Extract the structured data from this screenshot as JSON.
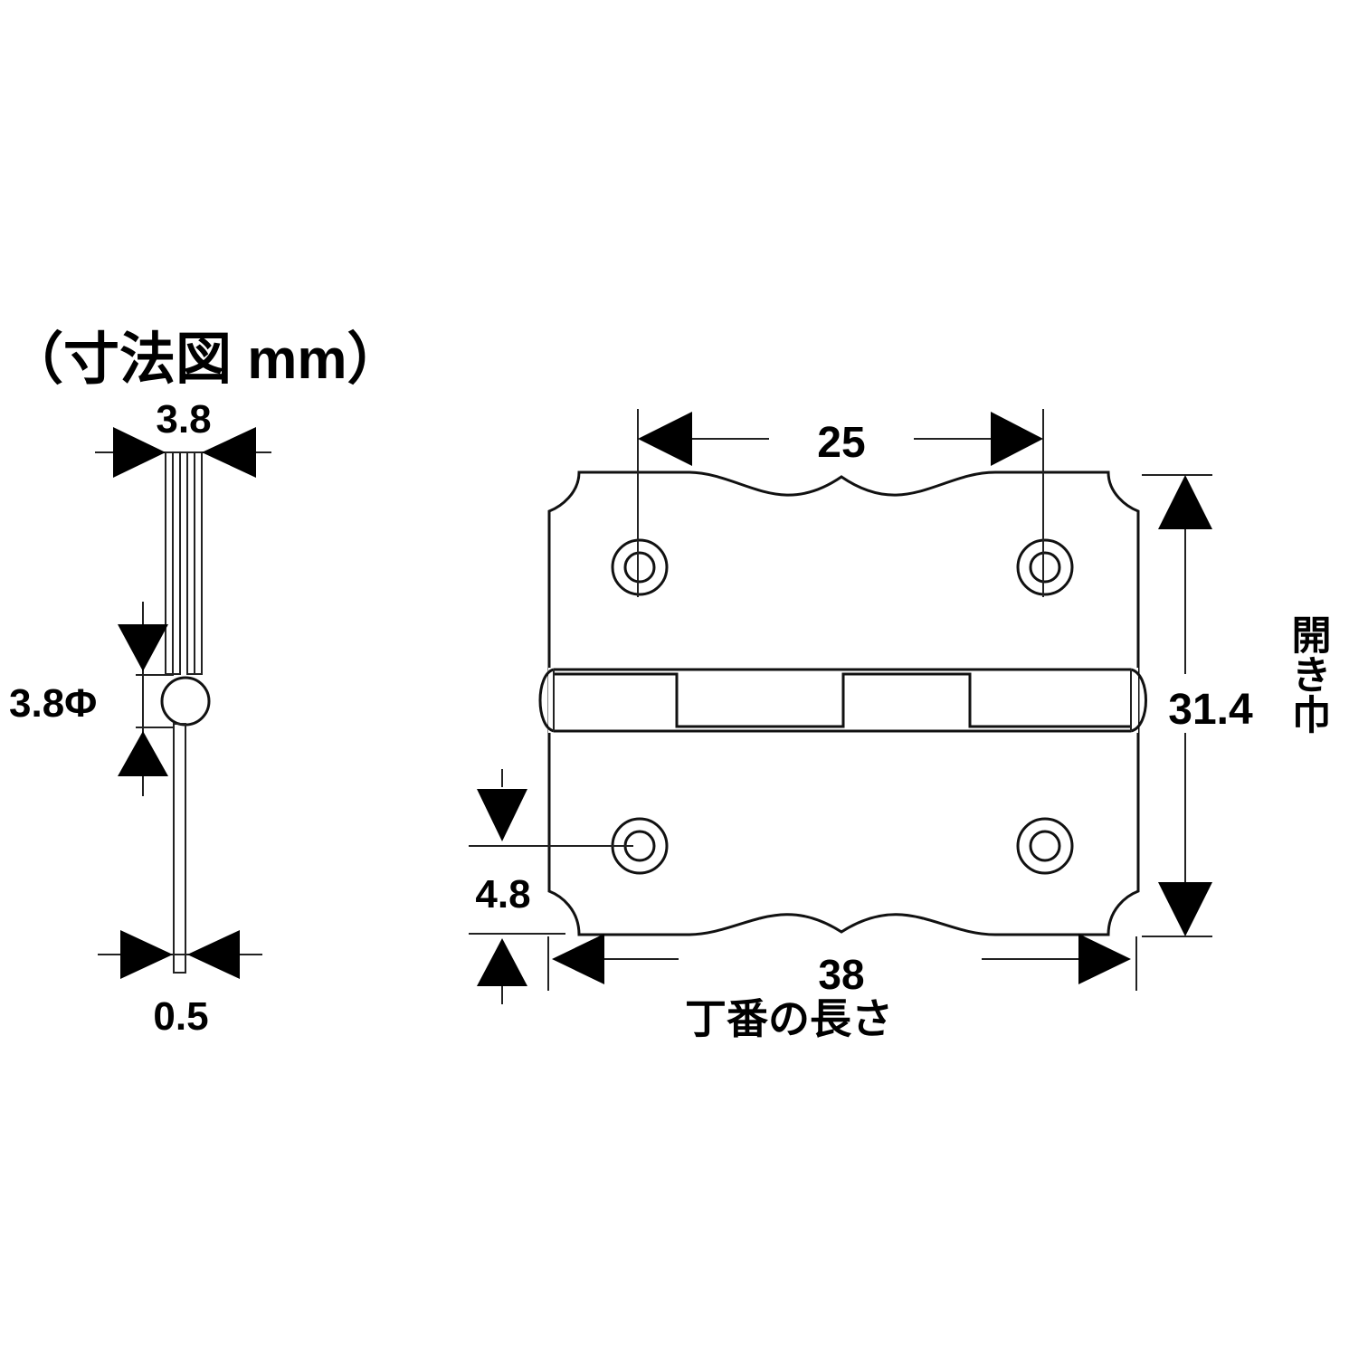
{
  "title": "（寸法図 mm）",
  "side_view": {
    "pin_width": "3.8",
    "pin_diameter": "3.8Φ",
    "plate_thickness": "0.5"
  },
  "front_view": {
    "hole_pitch": "25",
    "open_width": "31.4",
    "open_width_label": "開き巾",
    "hole_offset": "4.8",
    "length": "38",
    "length_label": "丁番の長さ"
  },
  "colors": {
    "line": "#000000",
    "background": "#ffffff"
  }
}
